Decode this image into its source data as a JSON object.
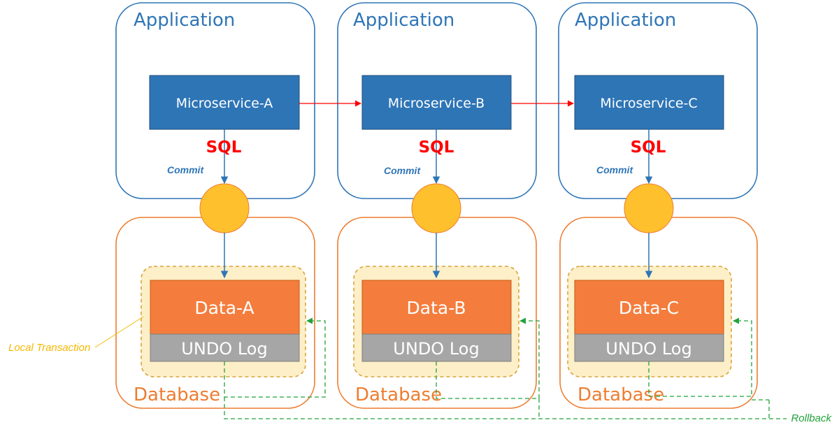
{
  "columns": [
    {
      "application_title": "Application",
      "service_label": "Microservice-A",
      "sql_label": "SQL",
      "commit_label": "Commit",
      "data_label": "Data-A",
      "undo_label": "UNDO Log",
      "database_title": "Database"
    },
    {
      "application_title": "Application",
      "service_label": "Microservice-B",
      "sql_label": "SQL",
      "commit_label": "Commit",
      "data_label": "Data-B",
      "undo_label": "UNDO Log",
      "database_title": "Database"
    },
    {
      "application_title": "Application",
      "service_label": "Microservice-C",
      "sql_label": "SQL",
      "commit_label": "Commit",
      "data_label": "Data-C",
      "undo_label": "UNDO Log",
      "database_title": "Database"
    }
  ],
  "annotations": {
    "local_transaction": "Local Transaction",
    "rollback": "Rollback"
  },
  "colors": {
    "application_border": "#2E75B6",
    "service_fill": "#2E75B6",
    "call_arrow": "#FF0000",
    "database_border": "#ED7D31",
    "data_fill": "#F47D3D",
    "undo_fill": "#A6A6A6",
    "commit_node": "#FFC02D",
    "local_tx_fill": "#FDEFC7",
    "rollback_line": "#22A33A"
  }
}
